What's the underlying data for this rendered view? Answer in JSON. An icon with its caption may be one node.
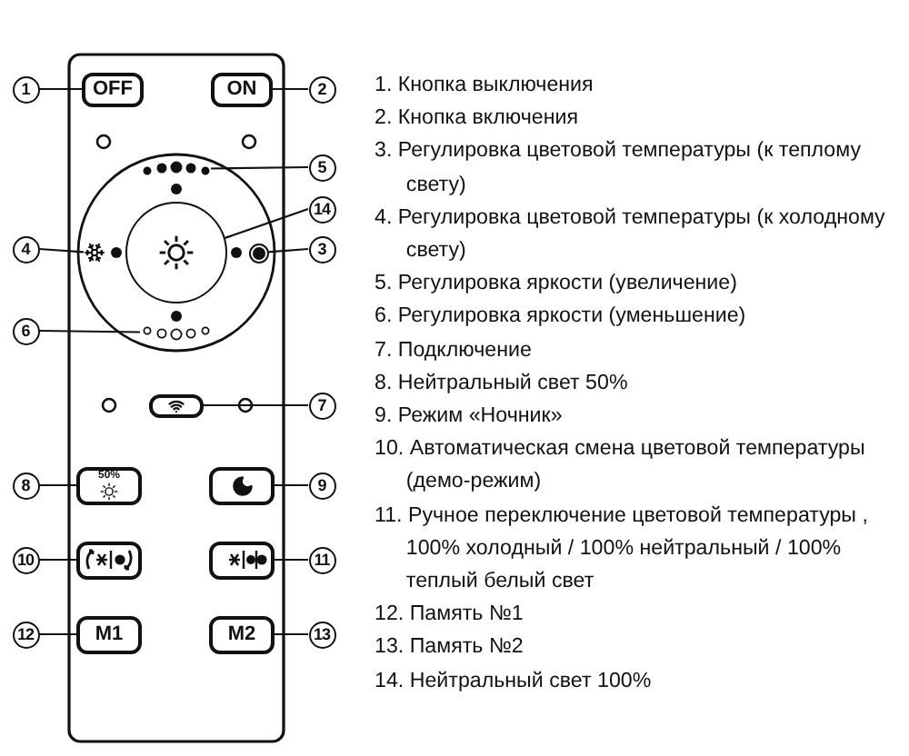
{
  "diagram": {
    "nodes": [
      {
        "text": [
          "1"
        ]
      },
      {
        "text": [
          "OFF"
        ]
      },
      {
        "text": [
          "ON"
        ]
      },
      {
        "text": [
          "2"
        ]
      },
      {
        "text": [
          "5"
        ]
      },
      {
        "text": [],
        "shape": "picture"
      },
      {
        "text": [
          "14"
        ]
      },
      {
        "text": [],
        "shape": "circle"
      },
      {
        "text": [
          "4"
        ]
      },
      {
        "text": [],
        "shape": "picture"
      },
      {
        "text": [],
        "shape": "circle"
      },
      {
        "text": [
          "3"
        ]
      },
      {
        "text": [
          "6"
        ]
      },
      {
        "text": [],
        "shape": "picture"
      },
      {
        "text": [],
        "shape": "box"
      },
      {
        "text": [
          "7"
        ]
      },
      {
        "text": [
          "8"
        ]
      },
      {
        "text": [
          "50%"
        ]
      },
      {
        "text": [],
        "shape": "box"
      },
      {
        "text": [
          "9"
        ]
      },
      {
        "text": [
          "10"
        ]
      },
      {
        "text": [],
        "shape": "box"
      },
      {
        "text": [],
        "shape": "box"
      },
      {
        "text": [
          "11"
        ]
      },
      {
        "text": [
          "12"
        ]
      },
      {
        "text": [
          "M1"
        ]
      },
      {
        "text": [
          "M2"
        ]
      },
      {
        "text": [
          "13"
        ]
      }
    ],
    "edges": [
      {
        "from": 0,
        "to": 1,
        "arrow": "none"
      },
      {
        "from": 3,
        "to": 2,
        "arrow": "none"
      },
      {
        "from": 4,
        "to": 5,
        "arrow": "none"
      },
      {
        "from": 6,
        "to": 7,
        "arrow": "none"
      },
      {
        "from": 8,
        "to": 9,
        "arrow": "none"
      },
      {
        "from": 11,
        "to": 10,
        "arrow": "none"
      },
      {
        "from": 12,
        "to": 13,
        "arrow": "none"
      },
      {
        "from": 15,
        "to": 14,
        "arrow": "none"
      },
      {
        "from": 16,
        "to": 17,
        "arrow": "none"
      },
      {
        "from": 19,
        "to": 18,
        "arrow": "none"
      },
      {
        "from": 20,
        "to": 21,
        "arrow": "none"
      },
      {
        "from": 23,
        "to": 22,
        "arrow": "none"
      },
      {
        "from": 24,
        "to": 25,
        "arrow": "none"
      },
      {
        "from": 27,
        "to": 26,
        "arrow": "none"
      }
    ],
    "labels": [
      "1. Кнопка выключения",
      "2. Кнопка включения",
      "3. Регулировка цветовой температуры (к теплому свету)",
      "4. Регулировка цветовой температуры (к холодному свету)",
      "5. Регулировка яркости (увеличение)",
      "6. Регулировка яркости (уменьшение)",
      "7. Подключение",
      "8. Нейтральный свет 50%",
      "9. Режим «Ночник»",
      "10. Автоматическая смена цветовой температуры (демо-режим)",
      "11. Ручное переключение цветовой температуры , 100% холодный / 100% нейтральный / 100% теплый белый свет",
      "12. Память №1",
      "13. Память №2",
      "14. Нейтральный свет 100%"
    ]
  }
}
